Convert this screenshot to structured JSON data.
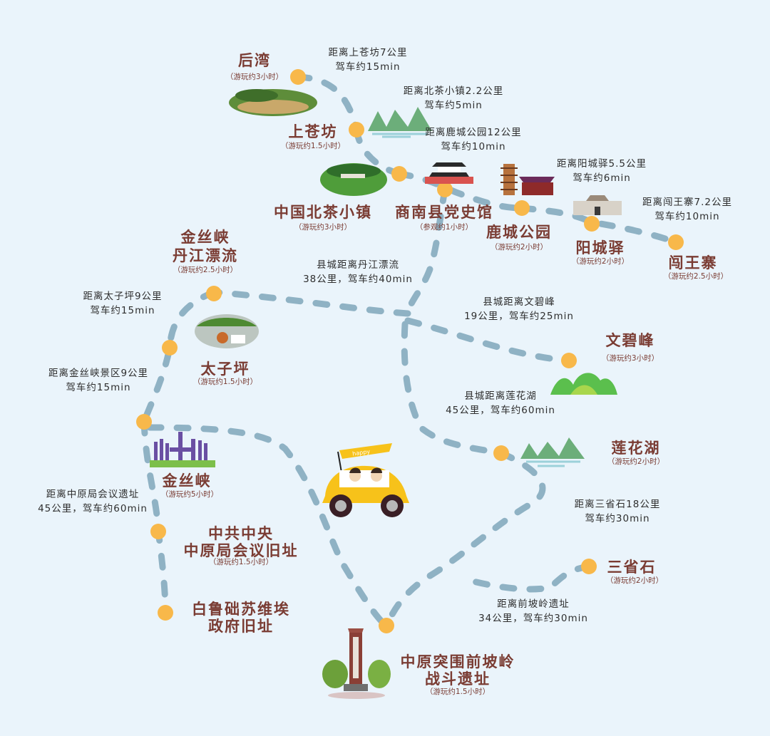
{
  "colors": {
    "background": "#eaf4fb",
    "route_line": "#8fb2c4",
    "stop_dot": "#f8b84a",
    "poi_name": "#7a3c33",
    "route_text": "#2e2e2e",
    "car_body": "#f7c21a"
  },
  "pois": [
    {
      "id": "houwan",
      "name": "后湾",
      "duration": "（游玩约3小时）"
    },
    {
      "id": "shangcangfang",
      "name": "上苍坊",
      "duration": "（游玩约1.5小时）"
    },
    {
      "id": "beicha",
      "name": "中国北茶小镇",
      "duration": "（游玩约3小时）"
    },
    {
      "id": "dangshiguan",
      "name": "商南县党史馆",
      "duration": "（参观约1小时）"
    },
    {
      "id": "luchenggongyuan",
      "name": "鹿城公园",
      "duration": "（游玩约2小时）"
    },
    {
      "id": "yangchengyi",
      "name": "阳城驿",
      "duration": "（游玩约2小时）"
    },
    {
      "id": "chuangwangzhai",
      "name": "闯王寨",
      "duration": "（游玩约2.5小时）"
    },
    {
      "id": "piaoliu",
      "name_line1": "金丝峡",
      "name_line2": "丹江漂流",
      "duration": "（游玩约2.5小时）"
    },
    {
      "id": "taiziping",
      "name": "太子坪",
      "duration": "（游玩约1.5小时）"
    },
    {
      "id": "wenbifeng",
      "name": "文碧峰",
      "duration": "（游玩约3小时）"
    },
    {
      "id": "jinsixia",
      "name": "金丝峡",
      "duration": "（游玩约5小时）"
    },
    {
      "id": "lianhuahu",
      "name": "莲花湖",
      "duration": "（游玩约2小时）"
    },
    {
      "id": "zhongyuanju",
      "name_line1": "中共中央",
      "name_line2": "中原局会议旧址",
      "duration": "（游玩约1.5小时）"
    },
    {
      "id": "sanshengshi",
      "name": "三省石",
      "duration": "（游玩约2小时）"
    },
    {
      "id": "baiyu",
      "name_line1": "白鲁础苏维埃",
      "name_line2": "政府旧址"
    },
    {
      "id": "qianpoling",
      "name_line1": "中原突围前坡岭",
      "name_line2": "战斗遗址",
      "duration": "（游玩约1.5小时）"
    }
  ],
  "routes": [
    {
      "line1": "距离上苍坊7公里",
      "line2": "驾车约15min"
    },
    {
      "line1": "距离北茶小镇2.2公里",
      "line2": "驾车约5min"
    },
    {
      "line1": "距离鹿城公园12公里",
      "line2": "驾车约10min"
    },
    {
      "line1": "距离阳城驿5.5公里",
      "line2": "驾车约6min"
    },
    {
      "line1": "距离闯王寨7.2公里",
      "line2": "驾车约10min"
    },
    {
      "line1": "县城距离丹江漂流",
      "line2": "38公里，驾车约40min"
    },
    {
      "line1": "距离太子坪9公里",
      "line2": "驾车约15min"
    },
    {
      "line1": "县城距离文碧峰",
      "line2": "19公里，驾车约25min"
    },
    {
      "line1": "距离金丝峡景区9公里",
      "line2": "驾车约15min"
    },
    {
      "line1": "县城距离莲花湖",
      "line2": "45公里，驾车约60min"
    },
    {
      "line1": "距离中原局会议遗址",
      "line2": "45公里，驾车约60min"
    },
    {
      "line1": "距离三省石18公里",
      "line2": "驾车约30min"
    },
    {
      "line1": "距离前坡岭遗址",
      "line2": "34公里，驾车约30min"
    }
  ],
  "car": {
    "flag_text": "happy"
  }
}
